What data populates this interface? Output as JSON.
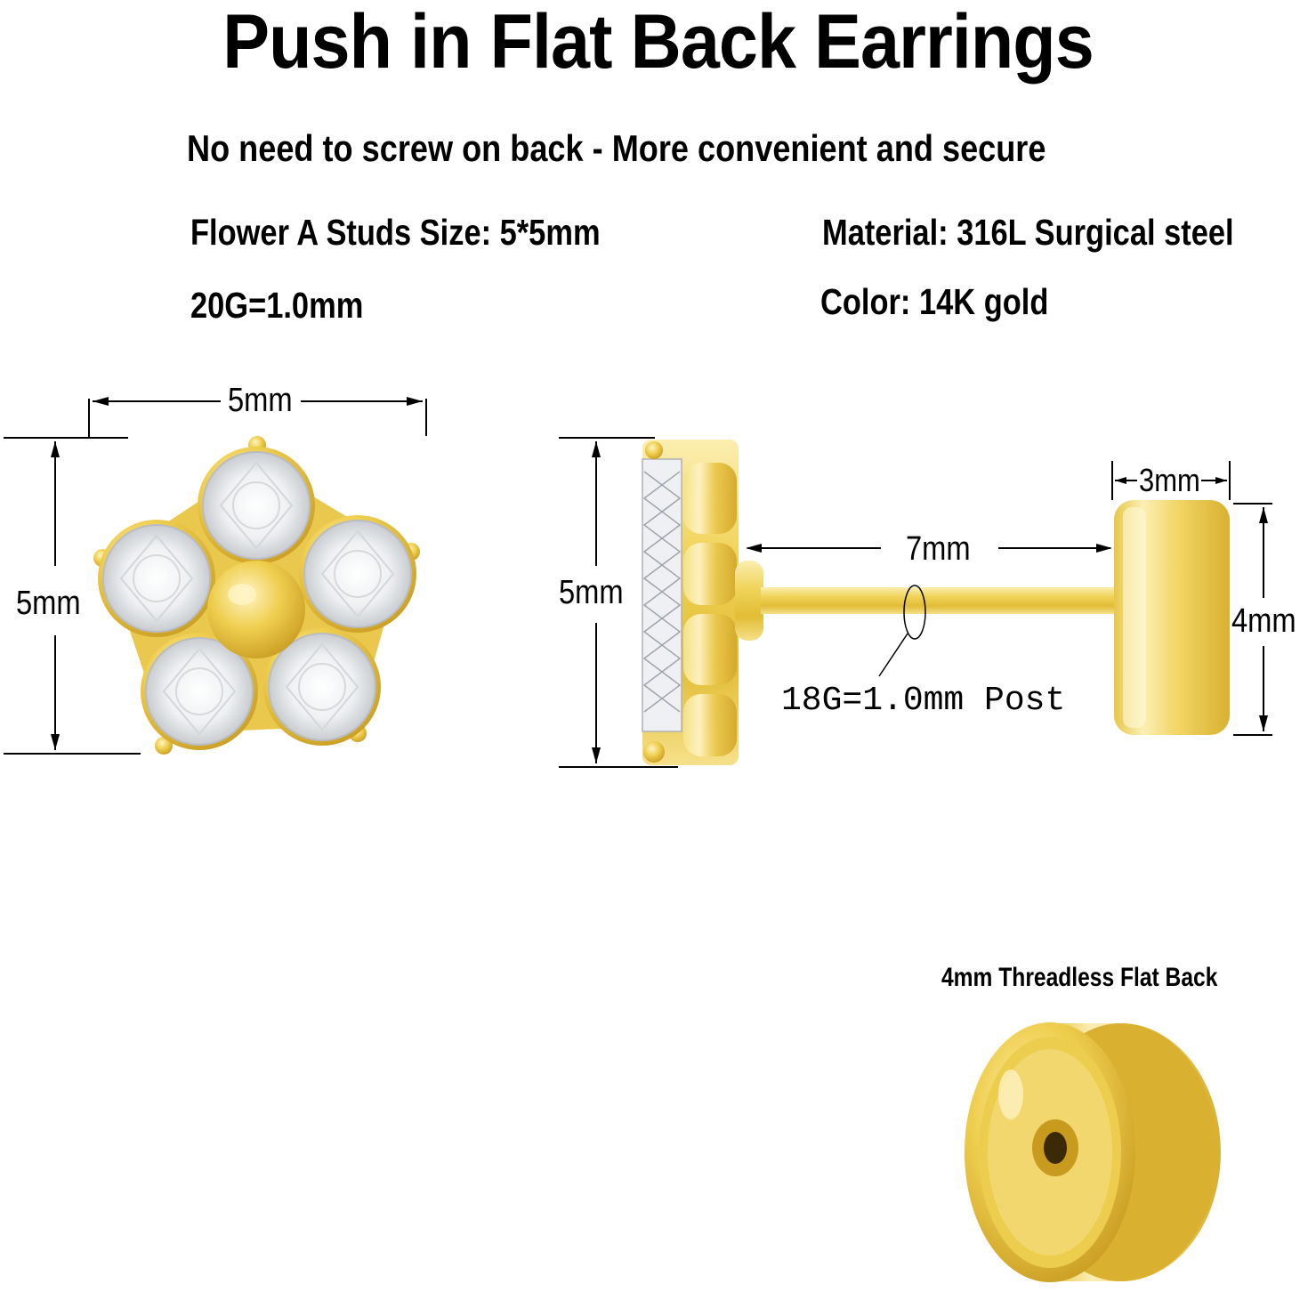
{
  "header": {
    "title": "Push in Flat Back Earrings",
    "subtitle": "No need to screw on back - More convenient and secure"
  },
  "specs": {
    "size": "Flower A Studs Size: 5*5mm",
    "material": "Material: 316L Surgical steel",
    "gauge": "20G=1.0mm",
    "color": "Color: 14K gold"
  },
  "front_view": {
    "width_label": "5mm",
    "height_label": "5mm"
  },
  "side_view": {
    "height_label": "5mm",
    "post_length_label": "7mm",
    "post_gauge_label": "18G=1.0mm Post",
    "back_width_label": "3mm",
    "back_height_label": "4mm"
  },
  "flat_back": {
    "caption": "4mm Threadless Flat Back"
  },
  "colors": {
    "gold_light": "#f7e59a",
    "gold_mid": "#e8c63f",
    "gold_dark": "#c79a1c",
    "crystal": "#f2f4f6"
  }
}
